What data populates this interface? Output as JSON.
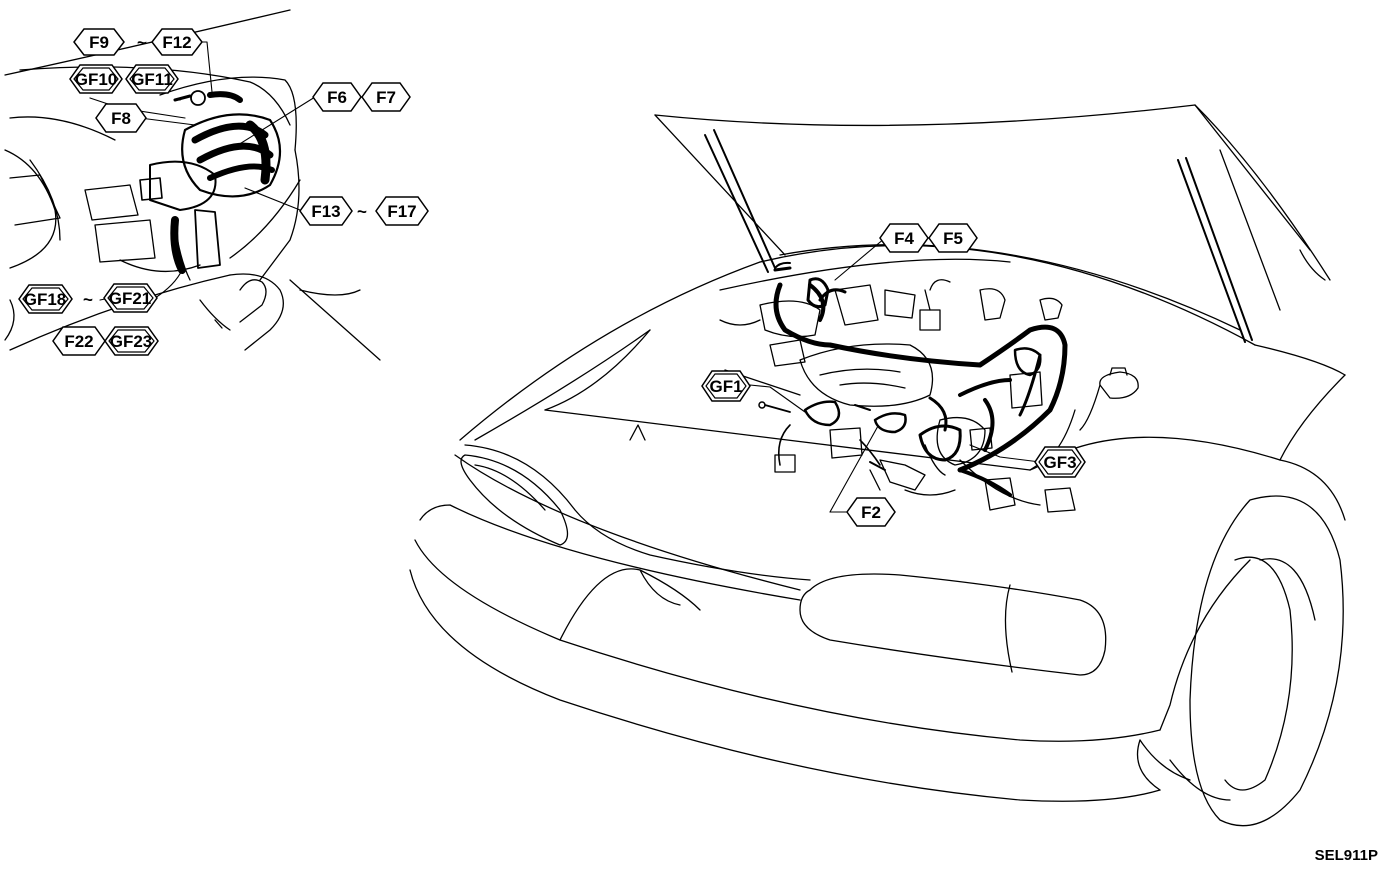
{
  "labels": {
    "F9": "F9",
    "F12": "F12",
    "tilde1": "~",
    "GF10": "GF10",
    "GF11": "GF11",
    "F8": "F8",
    "F6": "F6",
    "F7": "F7",
    "F13": "F13",
    "tilde2": "~",
    "F17": "F17",
    "GF18": "GF18",
    "tilde3": "~",
    "GF21": "GF21",
    "F22": "F22",
    "GF23": "GF23",
    "F4": "F4",
    "F5": "F5",
    "GF1": "GF1",
    "GF3": "GF3",
    "F2": "F2"
  },
  "figure_code": "SEL911P",
  "colors": {
    "ink": "#000000",
    "paper": "#ffffff"
  }
}
